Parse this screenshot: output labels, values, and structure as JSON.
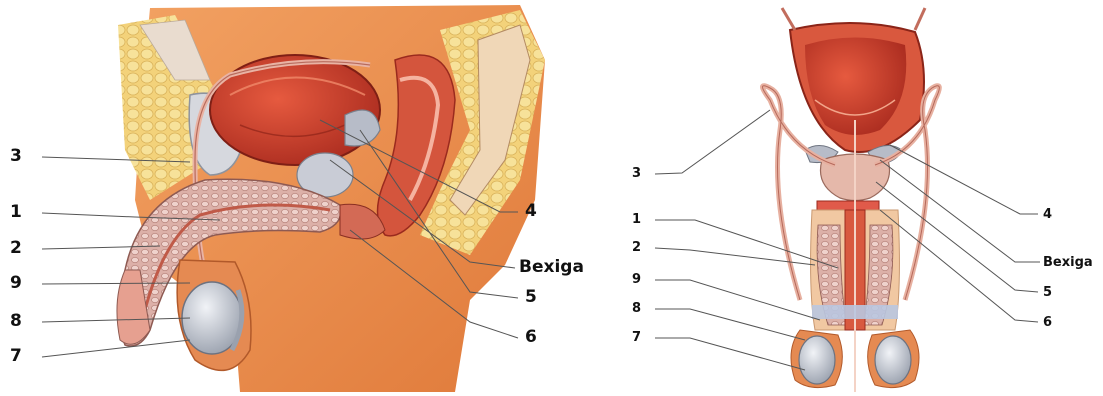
{
  "left_panel": {
    "labels": {
      "l3": "3",
      "l1": "1",
      "l2": "2",
      "l9": "9",
      "l8": "8",
      "l7": "7",
      "r4": "4",
      "rbexiga": "Bexiga",
      "r5": "5",
      "r6": "6"
    }
  },
  "right_panel": {
    "labels": {
      "l3": "3",
      "l1": "1",
      "l2": "2",
      "l9": "9",
      "l8": "8",
      "l7": "7",
      "r4": "4",
      "rbexiga": "Bexiga",
      "r5": "5",
      "r6": "6"
    }
  },
  "colors": {
    "tissue_orange": "#e8823e",
    "bladder_red": "#c93b2a",
    "fat_yellow": "#f3d27a",
    "spongy_pink": "#d9a8a0",
    "testis_gray": "#c6cbd6"
  }
}
